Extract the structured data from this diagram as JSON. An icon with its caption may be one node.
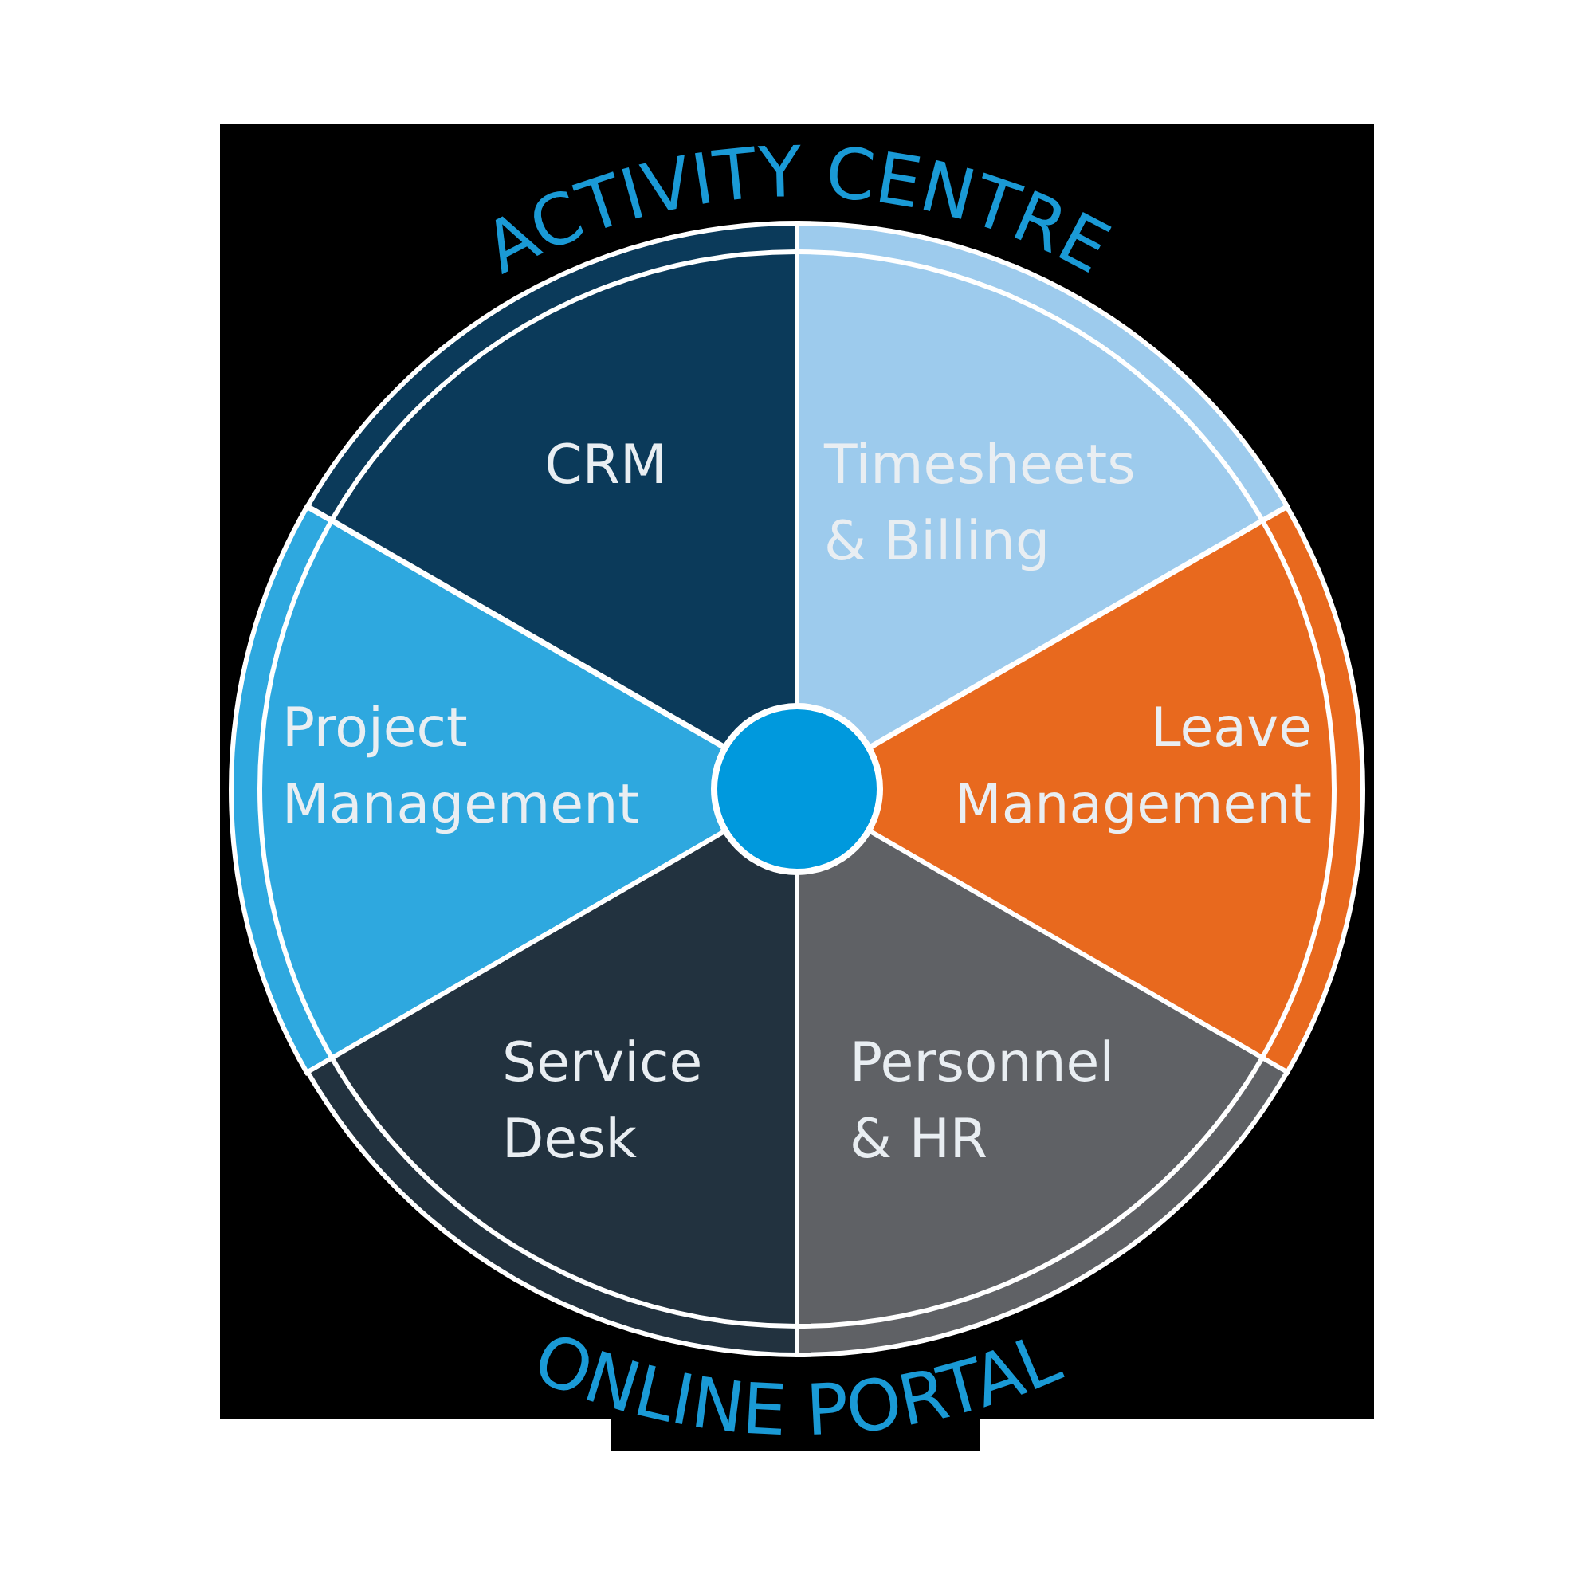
{
  "diagram": {
    "nodes": [
      {
        "text": [
          "CRM"
        ]
      },
      {
        "text": [
          "Timesheets & Billing"
        ]
      },
      {
        "text": [
          "Project Management"
        ]
      },
      {
        "text": [
          "Leave Management"
        ]
      },
      {
        "text": [
          "Service Desk"
        ]
      },
      {
        "text": [
          "Personnel & HR"
        ]
      },
      {
        "text": [],
        "shape": "circle"
      }
    ],
    "labels": [
      "ACTIVITY CENTRE",
      "ONLINE PORTAL"
    ]
  }
}
